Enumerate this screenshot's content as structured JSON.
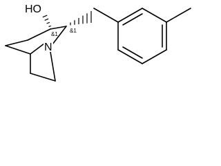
{
  "molecule": {
    "atoms": {
      "hydroxyl": "HO",
      "nitrogen": "N"
    },
    "stereo_labels": {
      "c1": "&1",
      "c2": "&1"
    }
  }
}
